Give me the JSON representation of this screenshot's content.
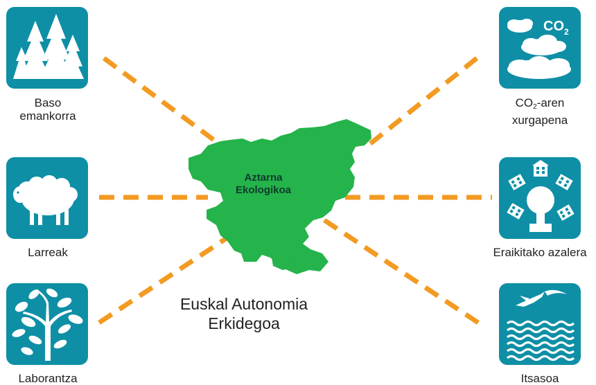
{
  "colors": {
    "tile_bg": "#0e8fa6",
    "line": "#f39a22",
    "map": "#25b34b",
    "tile_icon": "#ffffff"
  },
  "center": {
    "map_label_line1": "Aztarna",
    "map_label_line2": "Ekologikoa",
    "region_line1": "Euskal Autonomia",
    "region_line2": "Erkidegoa"
  },
  "tiles": {
    "forest": {
      "icon": "forest-icon",
      "label_line1": "Baso",
      "label_line2": "emankorra"
    },
    "pasture": {
      "icon": "sheep-icon",
      "label": "Larreak"
    },
    "crops": {
      "icon": "plant-icon",
      "label": "Laborantza"
    },
    "co2": {
      "icon": "co2-clouds-icon",
      "label_prefix": "CO",
      "label_sub": "2",
      "label_suffix": "-aren",
      "label_line2": "xurgapena",
      "icon_text_main": "CO",
      "icon_text_sub": "2"
    },
    "built": {
      "icon": "built-area-icon",
      "label": "Eraikitako azalera"
    },
    "sea": {
      "icon": "sea-icon",
      "label": "Itsasoa"
    }
  }
}
